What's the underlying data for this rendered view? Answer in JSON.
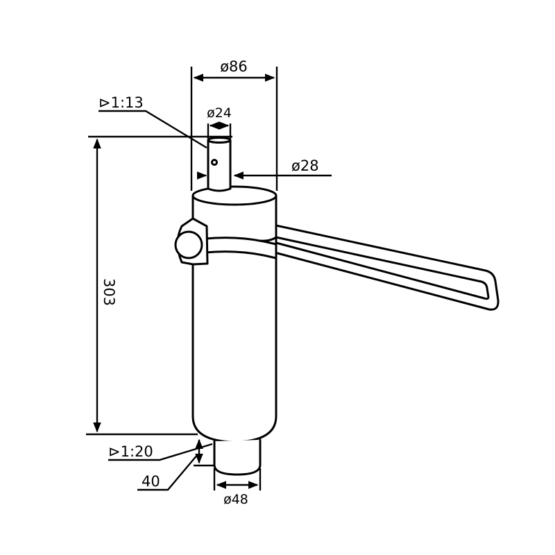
{
  "drawing": {
    "title": "Gas lift cylinder with lever — dimensioned drawing",
    "line_color": "#000000",
    "background": "#ffffff"
  },
  "dimensions": {
    "outer_diameter": {
      "symbol": "ø",
      "value": "86",
      "label": "ø86"
    },
    "top_taper": {
      "symbol": "⊳",
      "value": "1:13",
      "label": "⊳1:13"
    },
    "pin_diameter": {
      "symbol": "ø",
      "value": "24",
      "label": "ø24"
    },
    "rod_diameter": {
      "symbol": "ø",
      "value": "28",
      "label": "ø28"
    },
    "height": {
      "value": "303",
      "label": "303",
      "orientation": "rotated"
    },
    "bottom_taper": {
      "symbol": "⊳",
      "value": "1:20",
      "label": "⊳1:20"
    },
    "bottom_length": {
      "value": "40",
      "label": "40"
    },
    "base_diameter": {
      "symbol": "ø",
      "value": "48",
      "label": "ø48"
    }
  }
}
